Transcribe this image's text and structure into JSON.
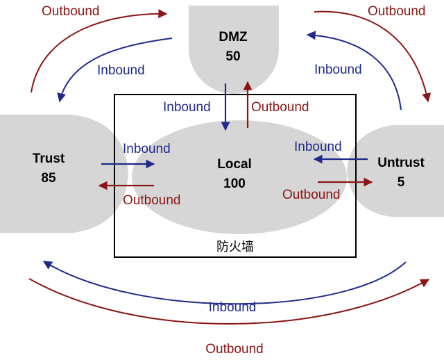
{
  "zones": {
    "dmz": {
      "name": "DMZ",
      "priority": "50"
    },
    "trust": {
      "name": "Trust",
      "priority": "85"
    },
    "local": {
      "name": "Local",
      "priority": "100"
    },
    "untrust": {
      "name": "Untrust",
      "priority": "5"
    }
  },
  "firewall_label": "防火墙",
  "flows": {
    "trust_dmz_outbound": "Outbound",
    "trust_dmz_inbound": "Inbound",
    "dmz_untrust_outbound": "Outbound",
    "dmz_untrust_inbound": "Inbound",
    "dmz_local_inbound": "Inbound",
    "dmz_local_outbound": "Outbound",
    "trust_local_inbound": "Inbound",
    "trust_local_outbound": "Outbound",
    "untrust_local_inbound": "Inbound",
    "untrust_local_outbound": "Outbound",
    "trust_untrust_inbound": "Inbound",
    "trust_untrust_outbound": "Outbound"
  },
  "colors": {
    "inbound": "#1f2a8a",
    "outbound": "#8b1515",
    "zone_fill": "#d6d6d6",
    "firewall_border": "#000000"
  }
}
